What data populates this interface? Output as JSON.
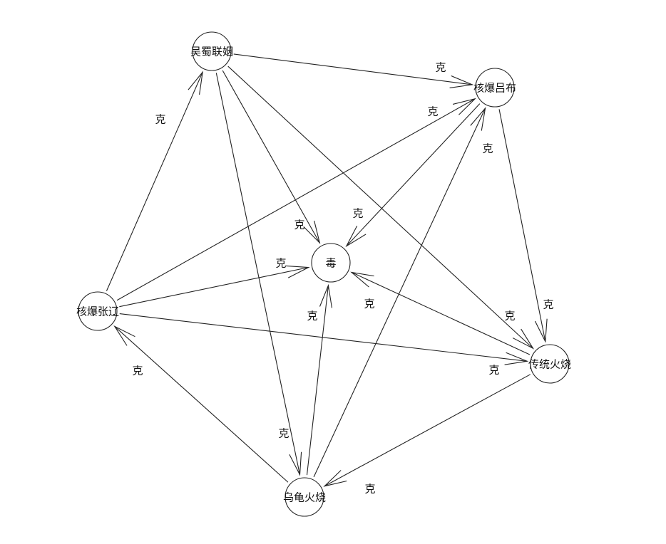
{
  "diagram": {
    "nodes": [
      {
        "id": "wushu",
        "label": "吴蜀联姻"
      },
      {
        "id": "hebao_lvbu",
        "label": "核爆吕布"
      },
      {
        "id": "hebao_zhangliao",
        "label": "核爆张辽"
      },
      {
        "id": "du",
        "label": "毒"
      },
      {
        "id": "chuantong",
        "label": "传统火烧"
      },
      {
        "id": "wugui",
        "label": "乌龟火烧"
      }
    ],
    "edges": [
      {
        "from": "hebao_zhangliao",
        "to": "wushu",
        "label": "克"
      },
      {
        "from": "wushu",
        "to": "hebao_lvbu",
        "label": "克"
      },
      {
        "from": "wushu",
        "to": "du",
        "label": "克"
      },
      {
        "from": "wushu",
        "to": "chuantong",
        "label": "克"
      },
      {
        "from": "wushu",
        "to": "wugui",
        "label": "克"
      },
      {
        "from": "hebao_zhangliao",
        "to": "hebao_lvbu",
        "label": "克"
      },
      {
        "from": "wugui",
        "to": "hebao_lvbu",
        "label": "克"
      },
      {
        "from": "hebao_lvbu",
        "to": "du",
        "label": "克"
      },
      {
        "from": "hebao_lvbu",
        "to": "chuantong",
        "label": "克"
      },
      {
        "from": "hebao_zhangliao",
        "to": "du",
        "label": "克"
      },
      {
        "from": "hebao_zhangliao",
        "to": "chuantong",
        "label": "克"
      },
      {
        "from": "wugui",
        "to": "hebao_zhangliao",
        "label": "克"
      },
      {
        "from": "wugui",
        "to": "du",
        "label": "克"
      },
      {
        "from": "chuantong",
        "to": "du",
        "label": "克"
      },
      {
        "from": "chuantong",
        "to": "wugui",
        "label": "克"
      }
    ]
  }
}
